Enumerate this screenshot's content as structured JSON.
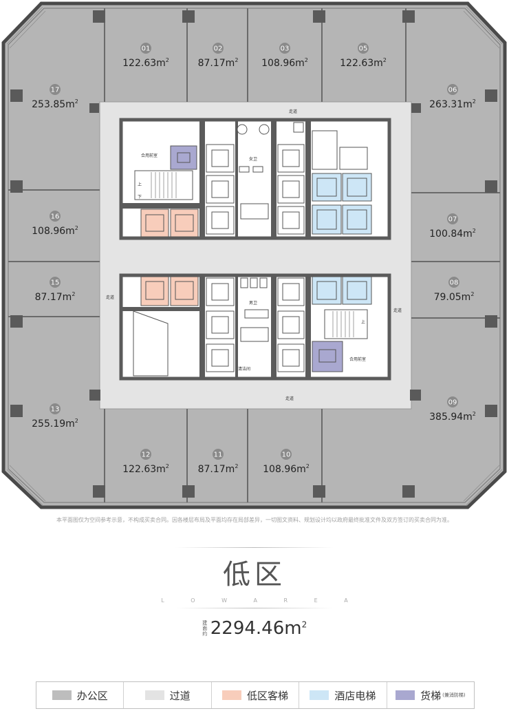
{
  "units": [
    {
      "num": "01",
      "area": "122.63m"
    },
    {
      "num": "02",
      "area": "87.17m"
    },
    {
      "num": "03",
      "area": "108.96m"
    },
    {
      "num": "05",
      "area": "122.63m"
    },
    {
      "num": "06",
      "area": "263.31m"
    },
    {
      "num": "07",
      "area": "100.84m"
    },
    {
      "num": "08",
      "area": "79.05m"
    },
    {
      "num": "09",
      "area": "385.94m"
    },
    {
      "num": "10",
      "area": "108.96m"
    },
    {
      "num": "11",
      "area": "87.17m"
    },
    {
      "num": "12",
      "area": "122.63m"
    },
    {
      "num": "13",
      "area": "255.19m"
    },
    {
      "num": "15",
      "area": "87.17m"
    },
    {
      "num": "16",
      "area": "108.96m"
    },
    {
      "num": "17",
      "area": "253.85m"
    }
  ],
  "unit_superscript": "2",
  "core_labels": {
    "corridor": "走道",
    "shared_lobby": "合用前室",
    "womens_restroom": "女卫",
    "mens_restroom": "男卫",
    "janitor_room": "清洁间",
    "stair_up": "上",
    "stair_down": "下"
  },
  "disclaimer": "本平面图仅为空间参考示意，不构成买卖合同。因各楼层布局及平面均存在局部差异，一切图文资料、规划设计均以政府最终批准文件及双方签订的买卖合同为准。",
  "zone": {
    "title": "低区",
    "subtitle": "L O W  A R E A",
    "area_label": "建面约",
    "area_value": "2294.46m",
    "area_sup": "2"
  },
  "legend": [
    {
      "label": "办公区",
      "color": "#bdbdbd",
      "note": ""
    },
    {
      "label": "过道",
      "color": "#e3e3e3",
      "note": ""
    },
    {
      "label": "低区客梯",
      "color": "#f8cdbb",
      "note": ""
    },
    {
      "label": "酒店电梯",
      "color": "#cde6f6",
      "note": ""
    },
    {
      "label": "货梯",
      "color": "#a9a8d0",
      "note": "(兼消防梯)"
    }
  ],
  "colors": {
    "office": "#b5b5b5",
    "corridor": "#e4e4e4",
    "wall": "#5b5b5b",
    "low_zone_elevator": "#f8cdbb",
    "hotel_elevator": "#cde6f6",
    "freight_elevator": "#a9a8d0",
    "number_badge": "#8a8a8a"
  }
}
